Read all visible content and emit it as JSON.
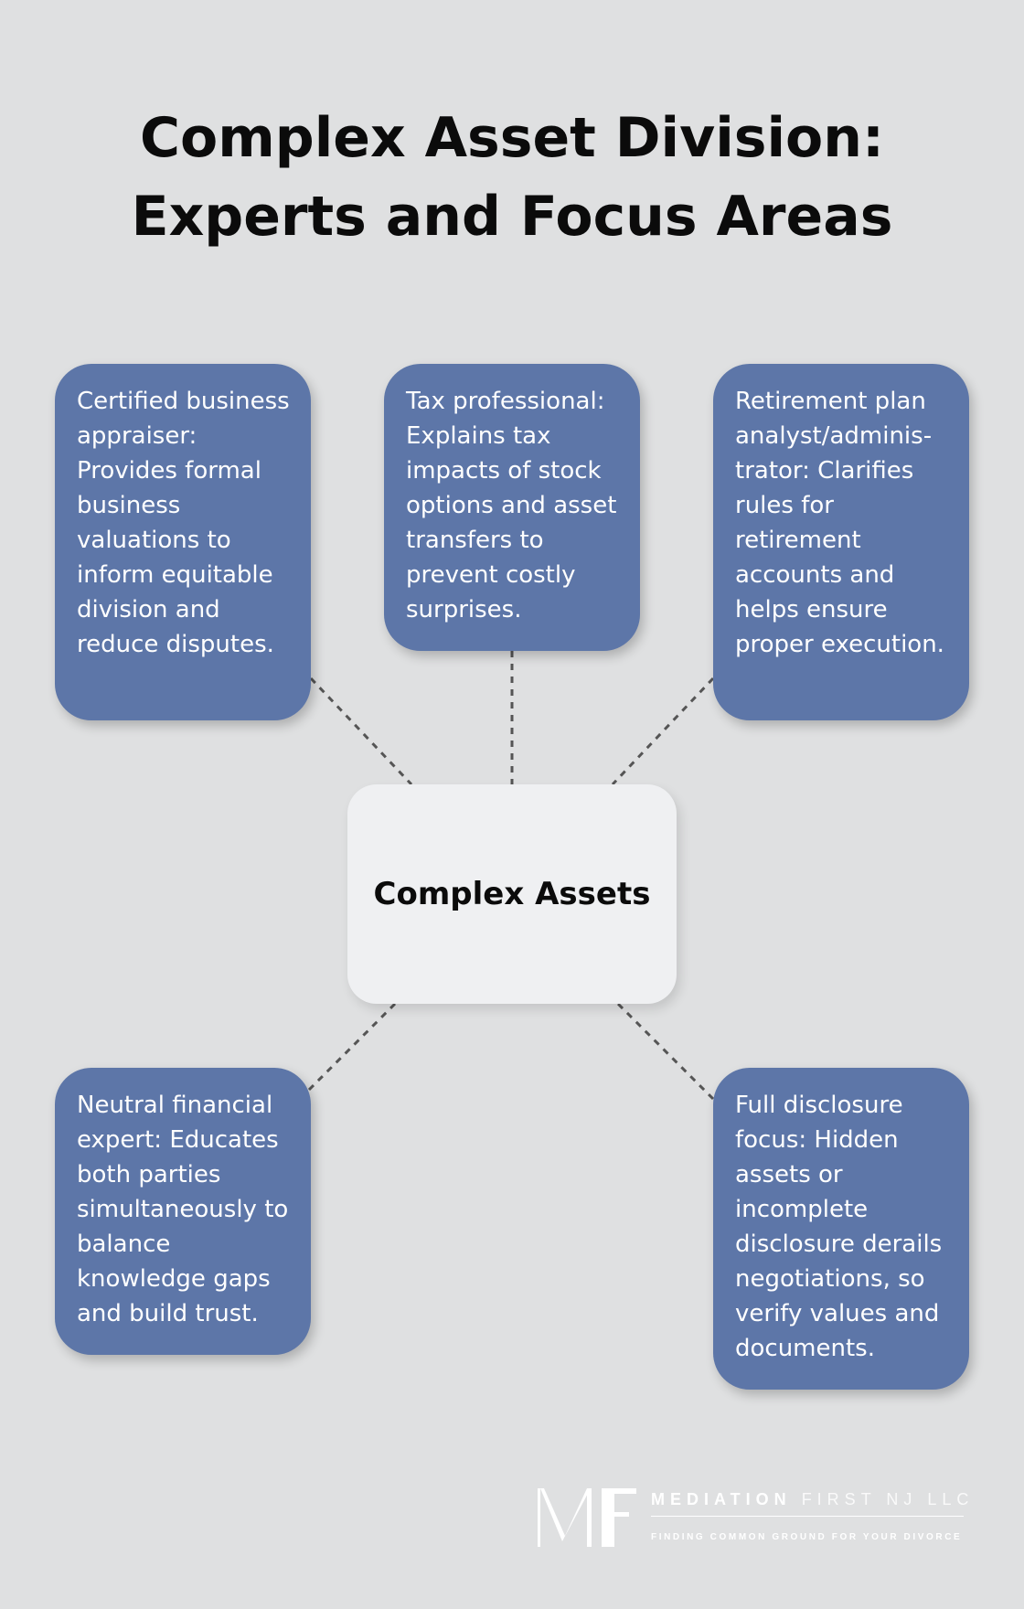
{
  "title_lines": [
    "Complex Asset Division:",
    "Experts and Focus Areas"
  ],
  "center_label": "Complex Assets",
  "nodes": [
    {
      "text": "Certified business appraiser: Provides formal business valuations to inform equitable division and reduce disputes."
    },
    {
      "text": "Tax professional: Explains tax impacts of stock options and asset transfers to prevent costly surprises."
    },
    {
      "text": "Retirement plan analyst/adminis-trator: Clarifies rules for retirement accounts and helps ensure proper execution."
    },
    {
      "text": "Neutral financial expert: Educates both parties simultaneously to balance knowledge gaps and build trust."
    },
    {
      "text": "Full disclosure focus: Hidden assets or incomplete disclosure derails negotiations, so verify values and documents."
    }
  ],
  "logo": {
    "monogram": "MF",
    "name_bold": "MEDIATION",
    "name_light": "FIRST NJ LLC",
    "tagline": "FINDING COMMON GROUND FOR YOUR DIVORCE"
  },
  "colors": {
    "background": "#dfe0e1",
    "node_fill": "#5d76a8",
    "center_fill": "#eff0f2",
    "connector": "#555555"
  }
}
